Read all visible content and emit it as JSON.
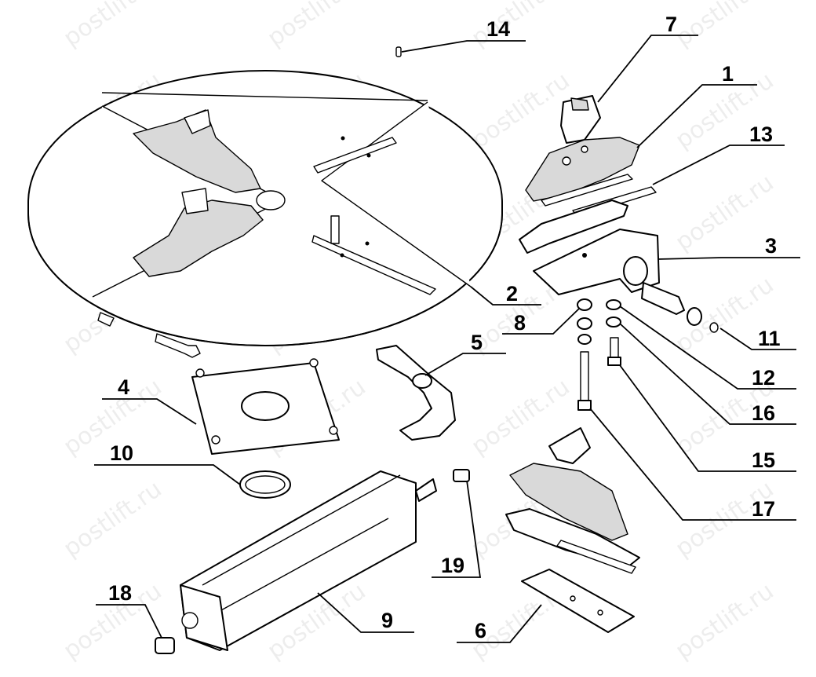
{
  "watermark": "postlift.ru",
  "callouts": [
    {
      "num": "1"
    },
    {
      "num": "2"
    },
    {
      "num": "3"
    },
    {
      "num": "4"
    },
    {
      "num": "5"
    },
    {
      "num": "6"
    },
    {
      "num": "7"
    },
    {
      "num": "8"
    },
    {
      "num": "9"
    },
    {
      "num": "10"
    },
    {
      "num": "11"
    },
    {
      "num": "12"
    },
    {
      "num": "13"
    },
    {
      "num": "14"
    },
    {
      "num": "15"
    },
    {
      "num": "16"
    },
    {
      "num": "17"
    },
    {
      "num": "18"
    },
    {
      "num": "19"
    }
  ]
}
